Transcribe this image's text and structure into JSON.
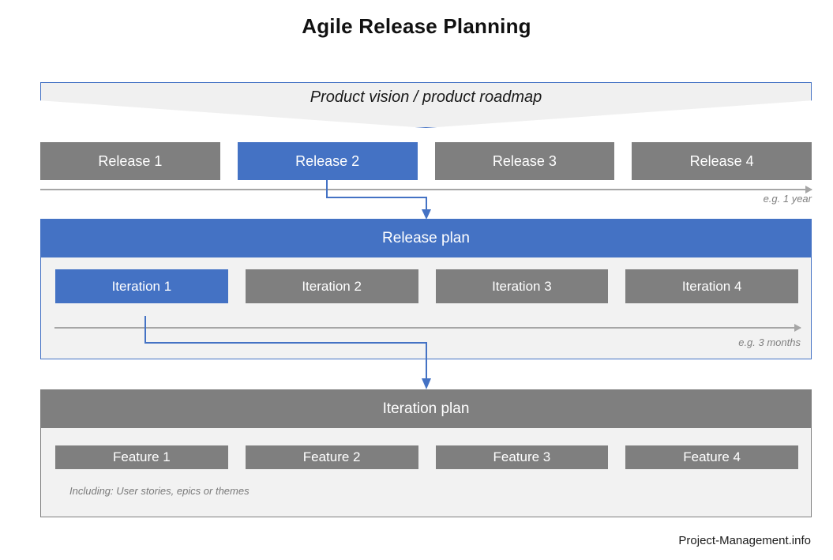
{
  "title": "Agile Release Planning",
  "vision": {
    "label": "Product vision / product roadmap"
  },
  "releases": {
    "items": [
      {
        "label": "Release 1",
        "highlighted": false
      },
      {
        "label": "Release 2",
        "highlighted": true
      },
      {
        "label": "Release 3",
        "highlighted": false
      },
      {
        "label": "Release 4",
        "highlighted": false
      }
    ],
    "timeline_note": "e.g. 1 year"
  },
  "release_plan": {
    "header": "Release plan",
    "iterations": [
      {
        "label": "Iteration 1",
        "highlighted": true
      },
      {
        "label": "Iteration 2",
        "highlighted": false
      },
      {
        "label": "Iteration 3",
        "highlighted": false
      },
      {
        "label": "Iteration 4",
        "highlighted": false
      }
    ],
    "timeline_note": "e.g. 3 months"
  },
  "iteration_plan": {
    "header": "Iteration plan",
    "features": [
      {
        "label": "Feature 1",
        "highlighted": false
      },
      {
        "label": "Feature 2",
        "highlighted": false
      },
      {
        "label": "Feature 3",
        "highlighted": false
      },
      {
        "label": "Feature 4",
        "highlighted": false
      }
    ],
    "note": "Including: User stories, epics or themes"
  },
  "footer": "Project-Management.info",
  "colors": {
    "accent_blue": "#4472C4",
    "neutral_gray": "#7F7F7F",
    "panel_background": "#F2F2F2",
    "timeline_gray": "#A6A6A6",
    "note_gray": "#808080"
  }
}
